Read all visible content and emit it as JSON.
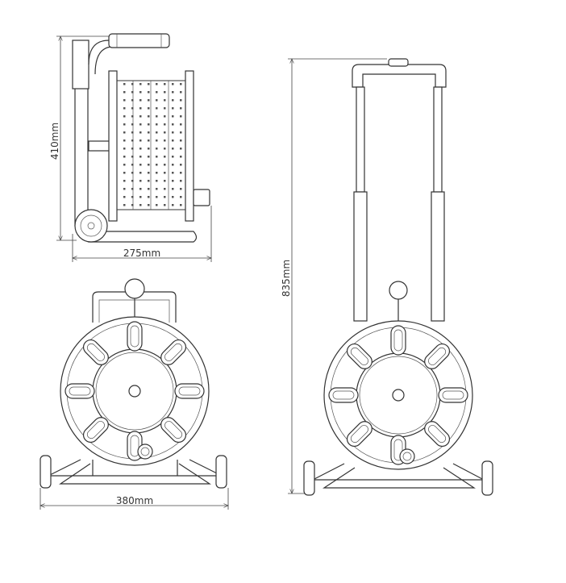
{
  "title": "Cable reel trolley dimension drawing",
  "dimensions": {
    "side_height": "410mm",
    "side_depth": "275mm",
    "total_height": "835mm",
    "base_width": "380mm"
  },
  "colors": {
    "line": "#333333",
    "background": "#ffffff"
  }
}
